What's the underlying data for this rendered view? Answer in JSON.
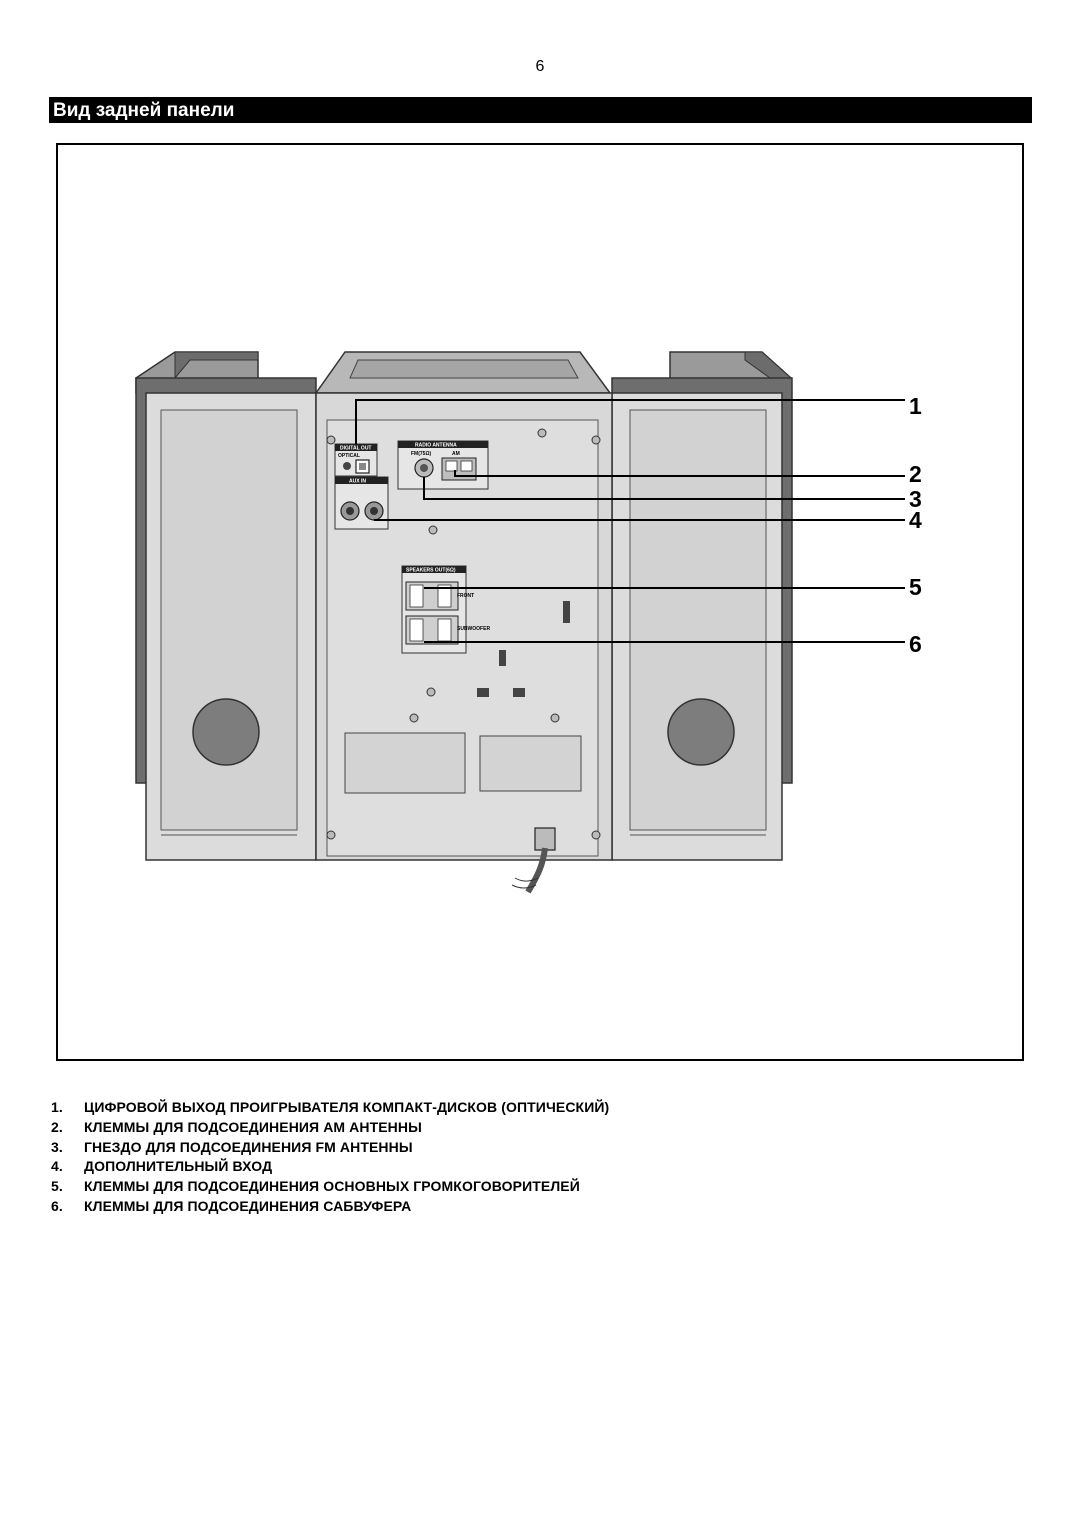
{
  "page": {
    "number": "6"
  },
  "section": {
    "title": "Вид задней панели"
  },
  "figure": {
    "panel_labels": {
      "digital_out": "DIGITAL OUT",
      "optical": "OPTICAL",
      "radio_antenna": "RADIO ANTENNA",
      "fm": "FM(75Ω)",
      "am": "AM",
      "aux_in": "AUX IN",
      "speakers_out": "SPEAKERS OUT(6Ω)",
      "front": "FRONT",
      "subwoofer": "SUBWOOFER"
    },
    "callouts": [
      "1",
      "2",
      "3",
      "4",
      "5",
      "6"
    ]
  },
  "legend": [
    {
      "num": "1.",
      "text": "ЦИФРОВОЙ ВЫХОД ПРОИГРЫВАТЕЛЯ КОМПАКТ-ДИСКОВ (ОПТИЧЕСКИЙ)"
    },
    {
      "num": "2.",
      "text": "КЛЕММЫ ДЛЯ ПОДСОЕДИНЕНИЯ АМ АНТЕННЫ"
    },
    {
      "num": "3.",
      "text": "ГНЕЗДО ДЛЯ ПОДСОЕДИНЕНИЯ FM АНТЕННЫ"
    },
    {
      "num": "4.",
      "text": "ДОПОЛНИТЕЛЬНЫЙ ВХОД"
    },
    {
      "num": "5.",
      "text": "КЛЕММЫ ДЛЯ ПОДСОЕДИНЕНИЯ ОСНОВНЫХ ГРОМКОГОВОРИТЕЛЕЙ"
    },
    {
      "num": "6.",
      "text": "КЛЕММЫ ДЛЯ ПОДСОЕДИНЕНИЯ САБВУФЕРА"
    }
  ]
}
